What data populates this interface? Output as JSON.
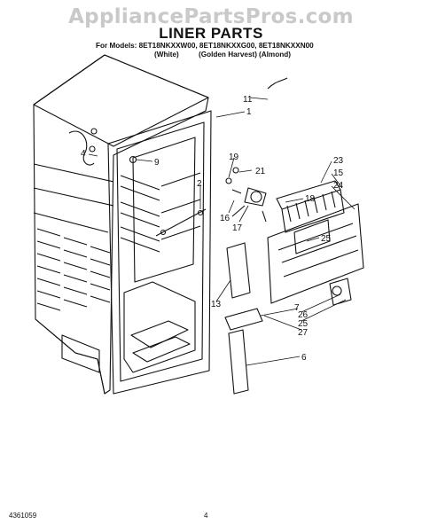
{
  "header": {
    "watermark": "AppliancePartsPros.com",
    "title": "LINER PARTS",
    "models_line": "For Models: 8ET18NKXXW00, 8ET18NKXXG00, 8ET18NKXXN00",
    "colors": [
      "(White)",
      "(Golden Harvest)",
      "(Almond)"
    ]
  },
  "callouts": [
    "11",
    "1",
    "4",
    "9",
    "19",
    "21",
    "2",
    "23",
    "15",
    "24",
    "18",
    "16",
    "17",
    "25",
    "13",
    "7",
    "26",
    "25",
    "27",
    "6"
  ],
  "footer": {
    "doc_number": "4361059",
    "page": "4"
  }
}
